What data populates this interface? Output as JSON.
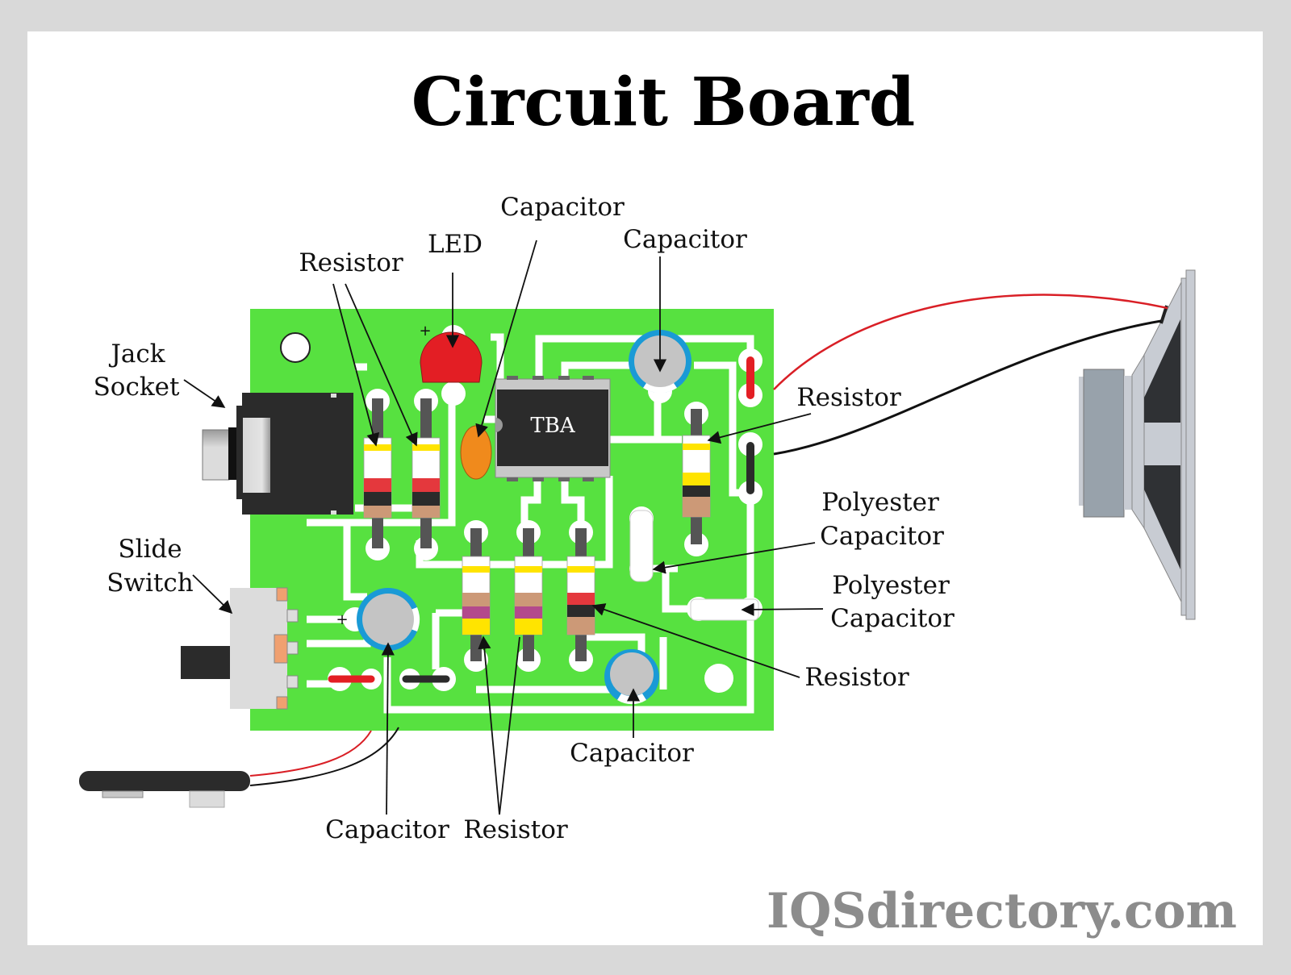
{
  "title": "Circuit Board",
  "watermark": "IQSdirectory.com",
  "ic_label": "TBA",
  "polarity_mark": "+",
  "labels": {
    "jack_socket": [
      "Jack",
      "Socket"
    ],
    "slide_switch": [
      "Slide",
      "Switch"
    ],
    "resistor_top_left": "Resistor",
    "led": "LED",
    "capacitor_top_ceramic": "Capacitor",
    "capacitor_top_electrolytic": "Capacitor",
    "resistor_right": "Resistor",
    "polyester_capacitor_1": [
      "Polyester",
      "Capacitor"
    ],
    "polyester_capacitor_2": [
      "Polyester",
      "Capacitor"
    ],
    "resistor_bottom_right": "Resistor",
    "capacitor_bottom_right": "Capacitor",
    "capacitor_bottom_left": "Capacitor",
    "resistor_bottom": "Resistor"
  },
  "colors": {
    "background": "#d9d9d9",
    "panel": "#ffffff",
    "board": "#57e140",
    "trace": "#ffffff",
    "led": "#e31e24",
    "ceramic_capacitor": "#f08a1c",
    "electrolytic_ring": "#1a9ad6",
    "electrolytic_body": "#c4c4c4",
    "ic_body": "#2b2b2b",
    "watermark": "#8c8c8c",
    "wire_red": "#d91f26",
    "wire_black": "#111111"
  }
}
